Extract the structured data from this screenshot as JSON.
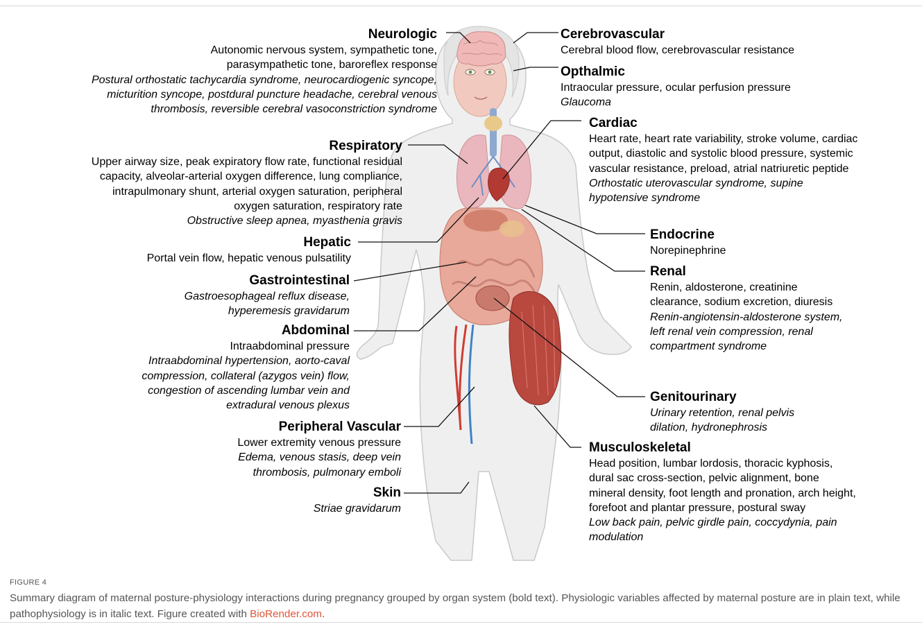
{
  "groups": {
    "neurologic": {
      "title": "Neurologic",
      "plain": "Autonomic nervous system, sympathetic tone, parasympathetic tone, baroreflex response",
      "italic": "Postural orthostatic tachycardia syndrome, neurocardiogenic syncope, micturition syncope, postdural puncture headache, cerebral venous thrombosis, reversible cerebral vasoconstriction syndrome"
    },
    "respiratory": {
      "title": "Respiratory",
      "plain": "Upper airway size, peak expiratory flow rate, functional residual capacity, alveolar-arterial oxygen difference, lung compliance, intrapulmonary shunt, arterial oxygen saturation, peripheral oxygen saturation, respiratory rate",
      "italic": "Obstructive sleep apnea, myasthenia gravis"
    },
    "hepatic": {
      "title": "Hepatic",
      "plain": "Portal vein flow, hepatic venous pulsatility"
    },
    "gastrointestinal": {
      "title": "Gastrointestinal",
      "italic": "Gastroesophageal reflux disease, hyperemesis gravidarum"
    },
    "abdominal": {
      "title": "Abdominal",
      "plain": "Intraabdominal pressure",
      "italic": "Intraabdominal hypertension, aorto-caval compression, collateral (azygos vein) flow, congestion of ascending lumbar vein and extradural venous plexus"
    },
    "peripheral_vascular": {
      "title": "Peripheral Vascular",
      "plain": "Lower extremity venous pressure",
      "italic": "Edema, venous stasis, deep vein thrombosis, pulmonary emboli"
    },
    "skin": {
      "title": "Skin",
      "italic": "Striae gravidarum"
    },
    "cerebrovascular": {
      "title": "Cerebrovascular",
      "plain": "Cerebral blood flow, cerebrovascular resistance"
    },
    "opthalmic": {
      "title": "Opthalmic",
      "plain": "Intraocular pressure, ocular perfusion pressure",
      "italic": "Glaucoma"
    },
    "cardiac": {
      "title": "Cardiac",
      "plain": "Heart rate, heart rate variability, stroke volume, cardiac output, diastolic and systolic blood pressure, systemic vascular resistance, preload, atrial natriuretic peptide",
      "italic": "Orthostatic uterovascular syndrome, supine hypotensive syndrome"
    },
    "endocrine": {
      "title": "Endocrine",
      "plain": "Norepinephrine"
    },
    "renal": {
      "title": "Renal",
      "plain": "Renin, aldosterone, creatinine clearance, sodium excretion, diuresis",
      "italic": "Renin-angiotensin-aldosterone system, left renal vein compression, renal compartment syndrome"
    },
    "genitourinary": {
      "title": "Genitourinary",
      "italic": "Urinary retention, renal pelvis dilation, hydronephrosis"
    },
    "musculoskeletal": {
      "title": "Musculoskeletal",
      "plain": "Head position, lumbar lordosis, thoracic kyphosis, dural sac cross-section, pelvic alignment, bone mineral density, foot length and pronation, arch height, forefoot and plantar pressure, postural sway",
      "italic": "Low back pain, pelvic girdle pain, coccydynia, pain modulation"
    }
  },
  "caption": {
    "label": "FIGURE 4",
    "text": "Summary diagram of maternal posture-physiology interactions during pregnancy grouped by organ system (bold text). Physiologic variables affected by maternal posture are in plain text, while pathophysiology is in italic text. Figure created with",
    "link": "BioRender.com",
    "end": "."
  },
  "colors": {
    "body_fill": "#efefef",
    "body_outline": "#c9c9c9",
    "lung": "#e9b7bd",
    "uterus": "#d98a80",
    "muscle": "#b9483f",
    "artery": "#cf3b31",
    "vein": "#3f82c6",
    "thyroid": "#e9c98a",
    "trachea": "#8ea9cf",
    "caption_text": "#555555",
    "link": "#e0553a"
  }
}
